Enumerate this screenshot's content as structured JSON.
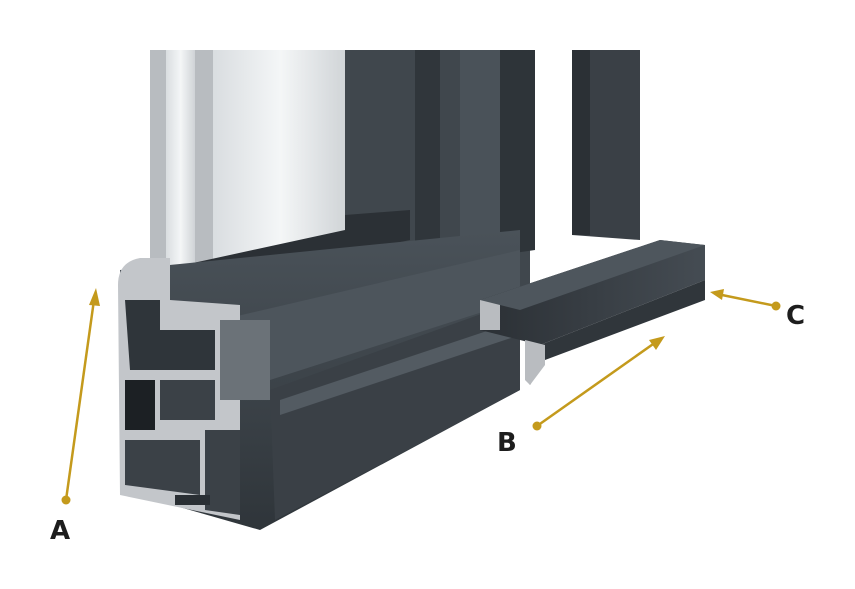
{
  "callouts": {
    "a": {
      "label": "A"
    },
    "b": {
      "label": "B"
    },
    "c": {
      "label": "C"
    }
  },
  "colors": {
    "profile": "#3b4147",
    "profile_dark": "#2a2f34",
    "profile_light": "#4b535a",
    "aluminium": "#b9bcc0",
    "arrow": "#c49a1c",
    "label": "#1d1d1d"
  }
}
